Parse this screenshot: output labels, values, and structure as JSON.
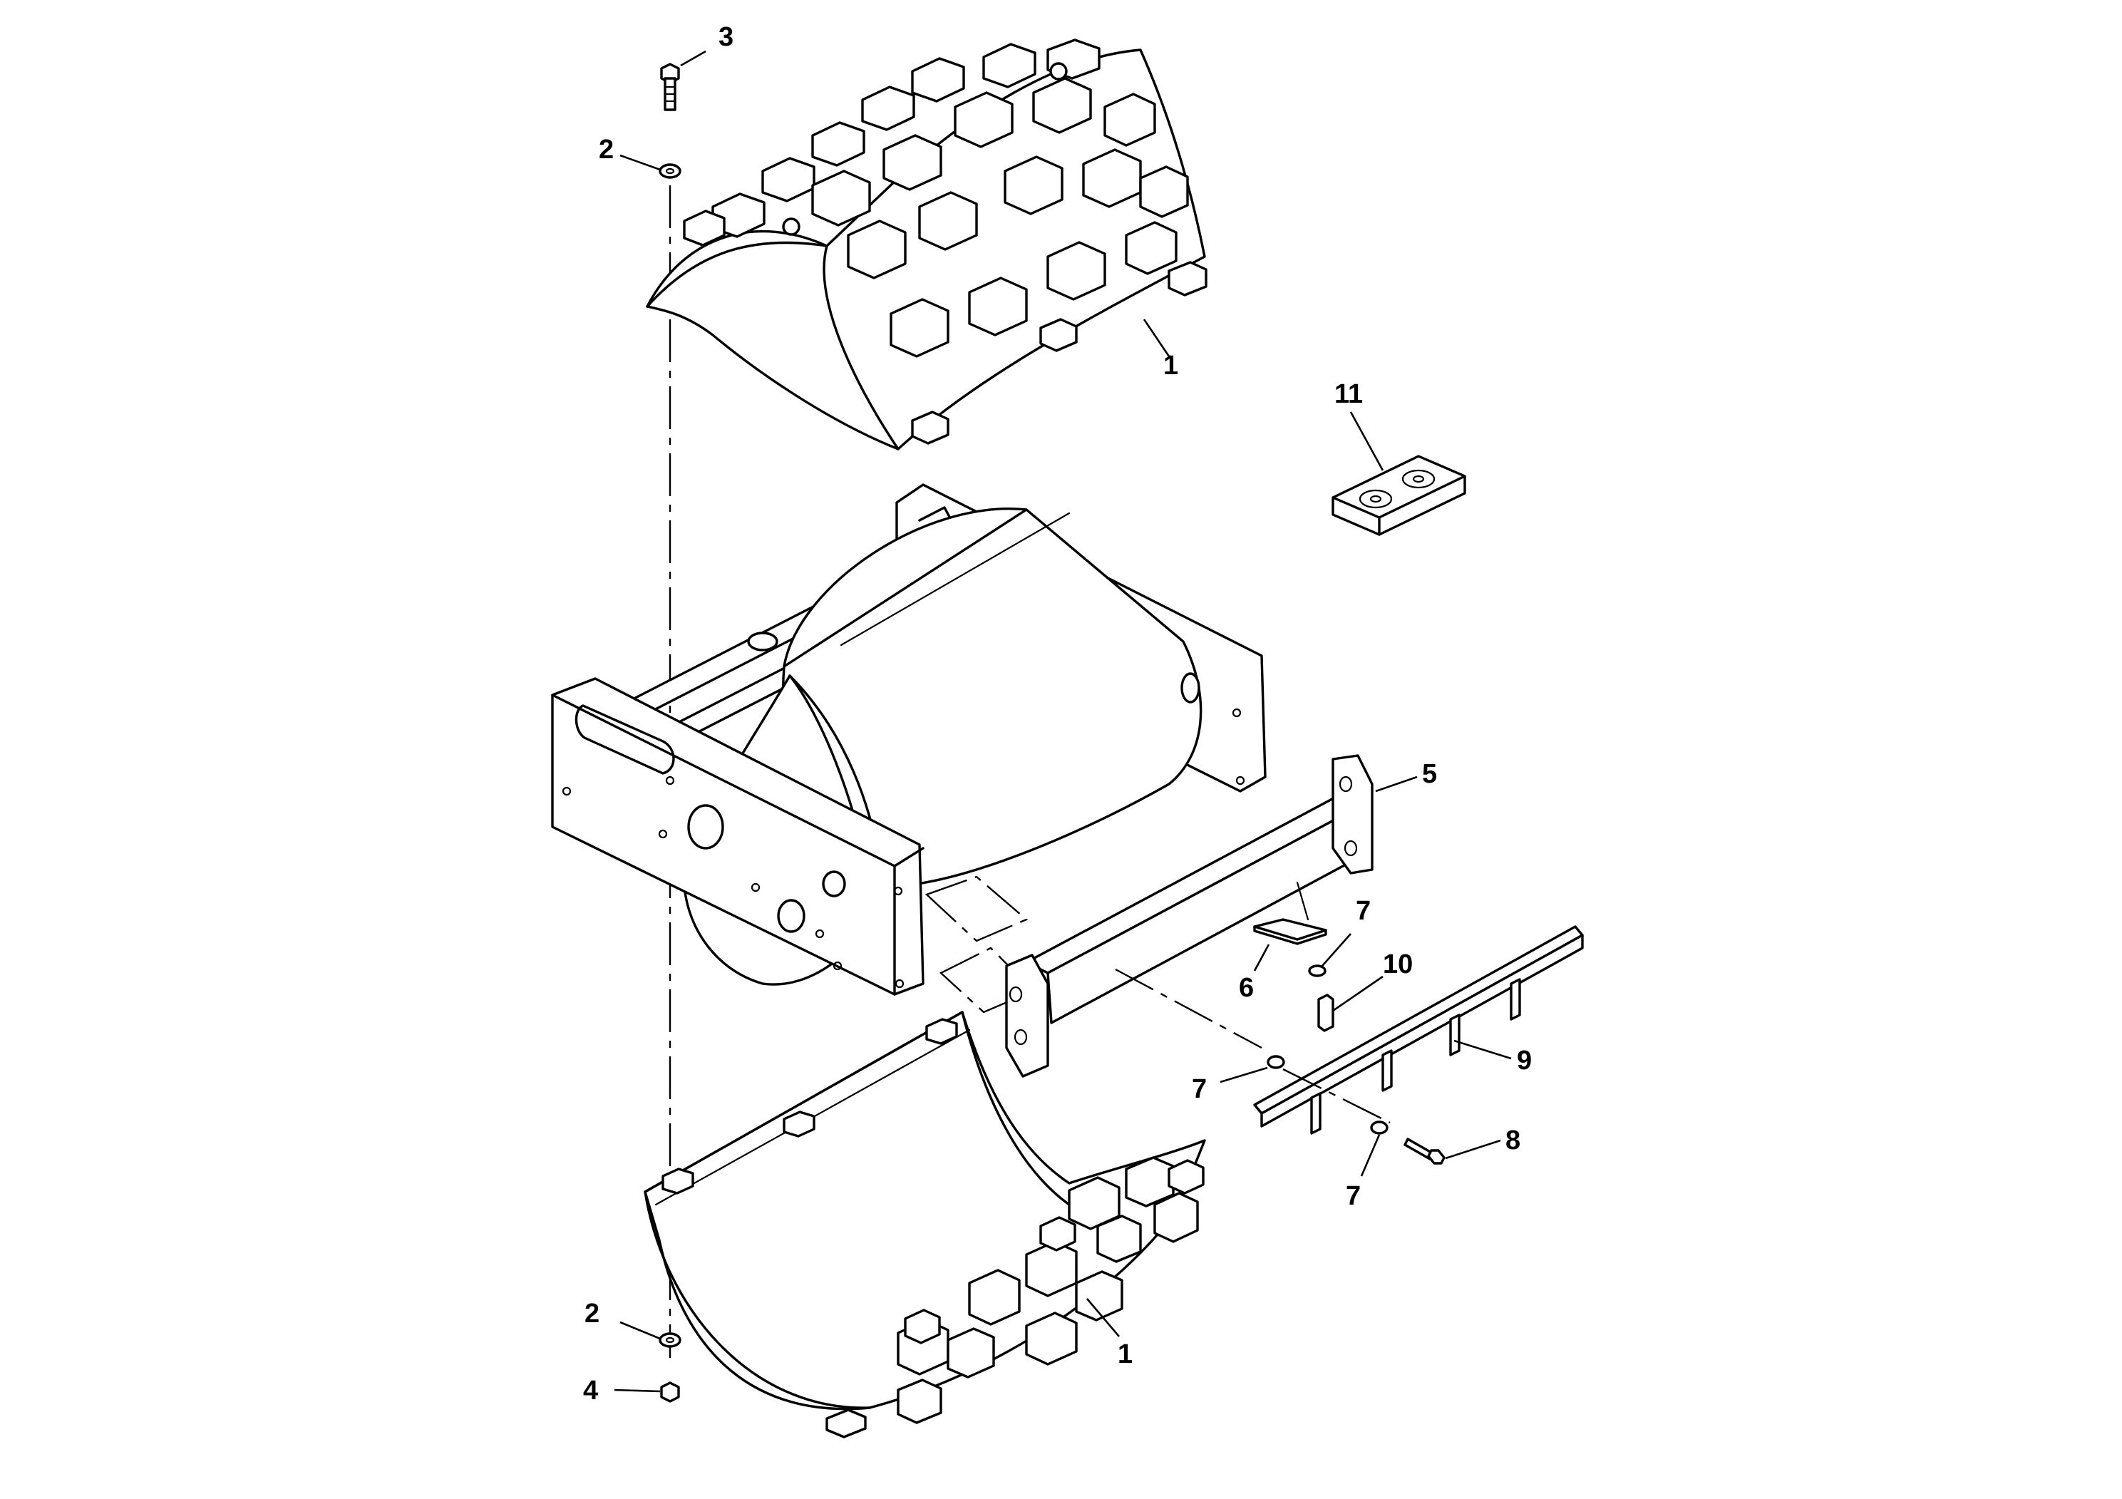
{
  "diagram": {
    "type": "exploded-parts-view",
    "callouts": [
      {
        "id": "c-3",
        "label": "3"
      },
      {
        "id": "c-2-top",
        "label": "2"
      },
      {
        "id": "c-1-top",
        "label": "1"
      },
      {
        "id": "c-11",
        "label": "11"
      },
      {
        "id": "c-5",
        "label": "5"
      },
      {
        "id": "c-7-upper",
        "label": "7"
      },
      {
        "id": "c-10",
        "label": "10"
      },
      {
        "id": "c-6",
        "label": "6"
      },
      {
        "id": "c-9",
        "label": "9"
      },
      {
        "id": "c-7-mid",
        "label": "7"
      },
      {
        "id": "c-8",
        "label": "8"
      },
      {
        "id": "c-7-lower",
        "label": "7"
      },
      {
        "id": "c-2-bottom",
        "label": "2"
      },
      {
        "id": "c-4",
        "label": "4"
      },
      {
        "id": "c-1-bottom",
        "label": "1"
      }
    ]
  }
}
